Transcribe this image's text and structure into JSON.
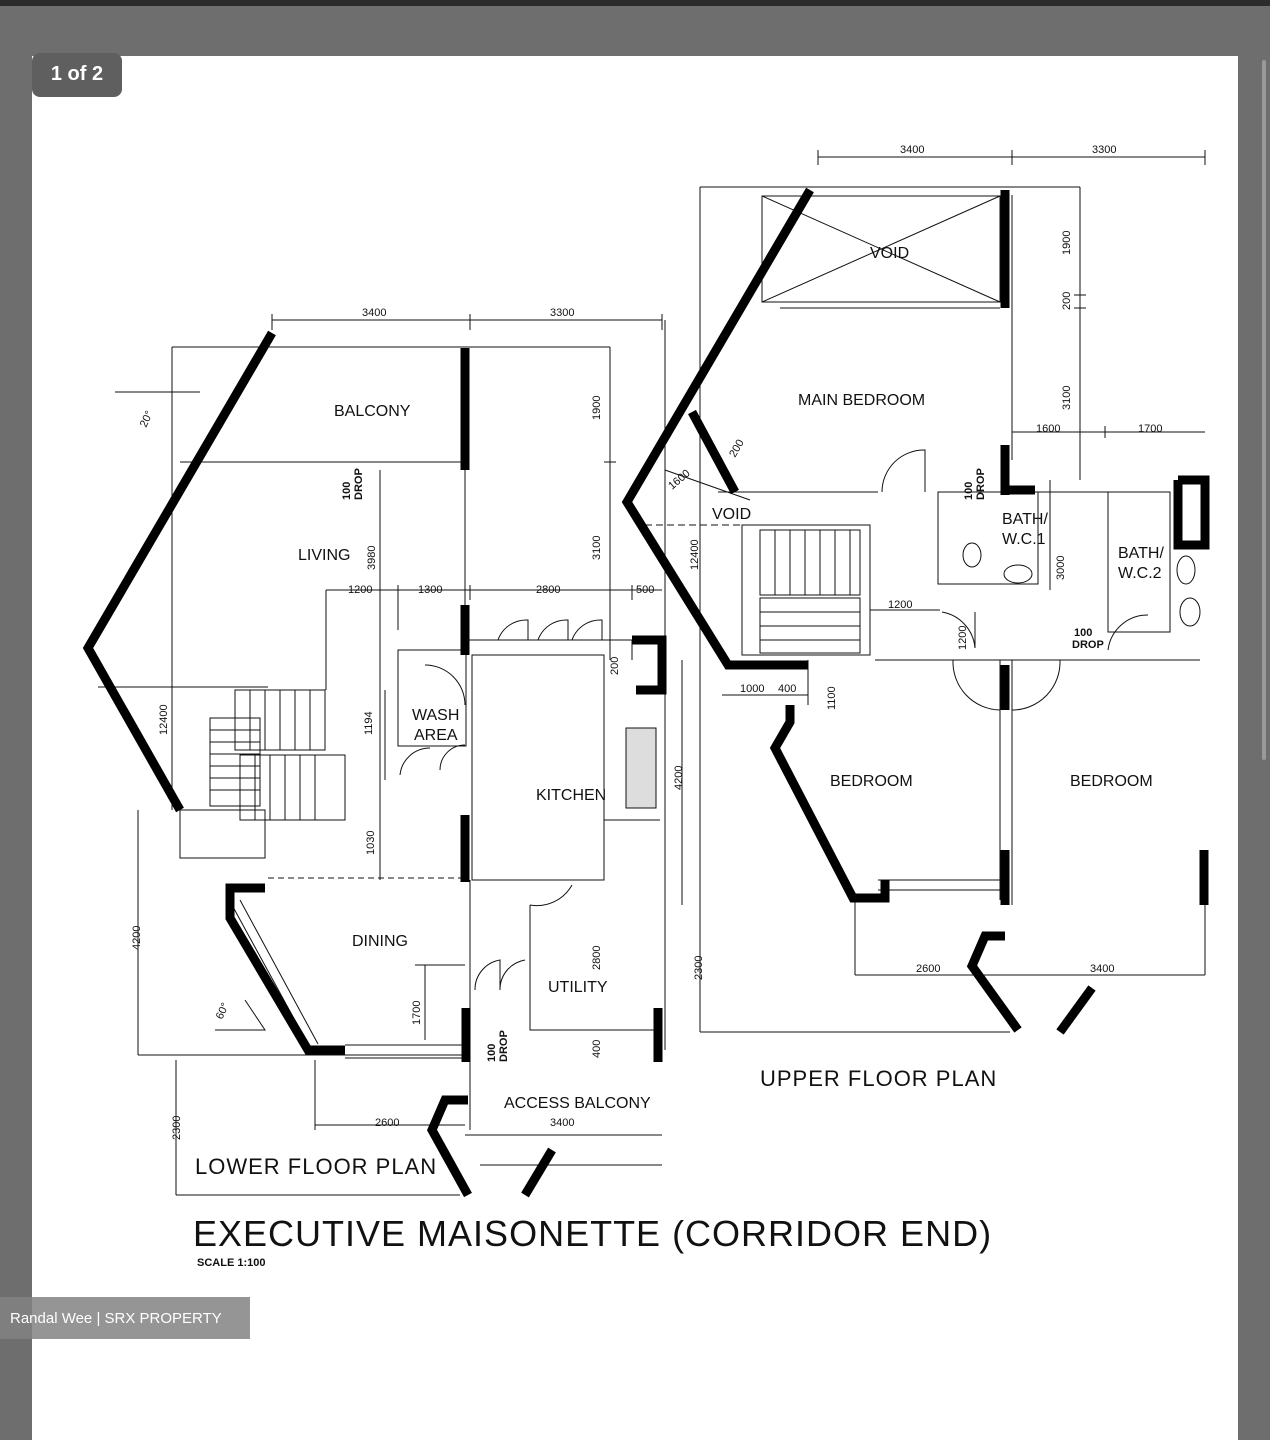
{
  "viewer": {
    "counter": "1 of 2",
    "watermark": "Randal Wee | SRX PROPERTY"
  },
  "plan": {
    "title": "EXECUTIVE MAISONETTE (CORRIDOR END)",
    "scale": "SCALE 1:100",
    "lower_floor": {
      "label": "LOWER FLOOR PLAN",
      "rooms": {
        "balcony": "BALCONY",
        "living": "LIVING",
        "wash_area_1": "WASH",
        "wash_area_2": "AREA",
        "kitchen": "KITCHEN",
        "dining": "DINING",
        "utility": "UTILITY",
        "access_balcony": "ACCESS BALCONY",
        "angle_top": "20°",
        "angle_bottom": "60°"
      },
      "dims": {
        "top_left": "3400",
        "top_right": "3300",
        "d1900": "1900",
        "d3100": "3100",
        "d3980": "3980",
        "d1200": "1200",
        "d1300": "1300",
        "d2800": "2800",
        "d500": "500",
        "d12400": "12400",
        "d1194": "1194",
        "d200": "200",
        "d1030": "1030",
        "d4200": "4200",
        "d1700": "1700",
        "d2800b": "2800",
        "d400": "400",
        "d2300": "2300",
        "d2600": "2600",
        "d3400b": "3400",
        "drop_top_a": "100",
        "drop_top_b": "DROP",
        "drop_bot_a": "100",
        "drop_bot_b": "DROP"
      }
    },
    "upper_floor": {
      "label": "UPPER FLOOR PLAN",
      "rooms": {
        "void_top": "VOID",
        "main_bedroom": "MAIN BEDROOM",
        "void_left": "VOID",
        "bath1_a": "BATH/",
        "bath1_b": "W.C.1",
        "bath2_a": "BATH/",
        "bath2_b": "W.C.2",
        "bedroom_left": "BEDROOM",
        "bedroom_right": "BEDROOM"
      },
      "dims": {
        "top_left": "3400",
        "top_right": "3300",
        "d1900": "1900",
        "d200": "200",
        "d3100": "3100",
        "d1600": "1600",
        "d1700": "1700",
        "d12400": "12400",
        "d1600b": "1600",
        "d200b": "200",
        "d3000": "3000",
        "d1200a": "1200",
        "d1200b": "1200",
        "d1000": "1000",
        "d400": "400",
        "d1100": "1100",
        "d4200": "4200",
        "d2300": "2300",
        "d2600": "2600",
        "d3400": "3400",
        "drop1_a": "100",
        "drop1_b": "DROP",
        "drop2_a": "100",
        "drop2_b": "DROP"
      }
    }
  }
}
